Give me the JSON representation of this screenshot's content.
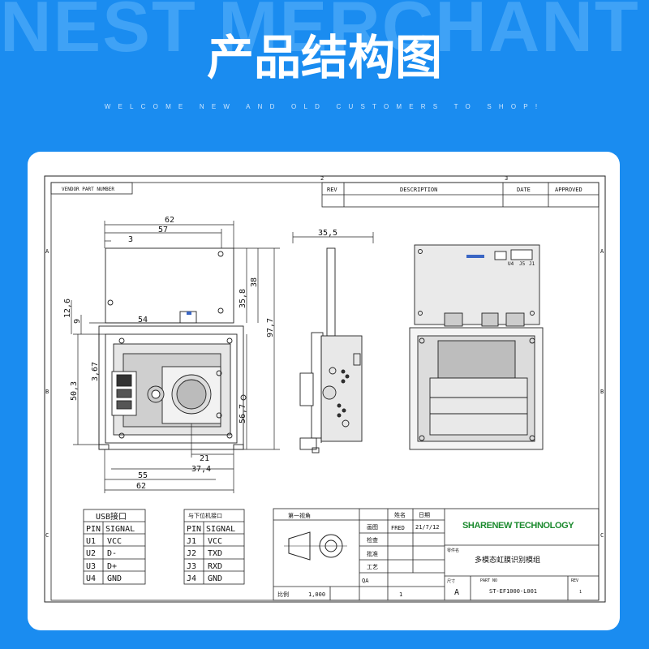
{
  "header": {
    "watermark": "NEST MERCHANT",
    "title": "产品结构图",
    "subtitle": "WELCOME NEW AND OLD CUSTOMERS TO SHOP!"
  },
  "drawing": {
    "vendor_part_number": "VENDOR PART NUMBER",
    "revision_table": {
      "rev": "REV",
      "description": "DESCRIPTION",
      "date": "DATE",
      "approved": "APPROVED"
    },
    "zone_top": [
      "2",
      "3"
    ],
    "zone_left": [
      "A",
      "B",
      "C"
    ],
    "zone_right": [
      "A",
      "B",
      "C"
    ],
    "dims": {
      "w62_top": "62",
      "w57": "57",
      "w3": "3",
      "w54": "54",
      "h12_6": "12,6",
      "h9": "9",
      "h35_8": "35,8",
      "h38": "38",
      "h97_7": "97,7",
      "h50_3": "50,3",
      "h3_67": "3,67",
      "h56_7": "56,7",
      "w21": "21",
      "w37_4": "37,4",
      "w55": "55",
      "w62_bottom": "62",
      "w35_5": "35,5"
    },
    "board_labels": {
      "u4": "U4",
      "j5": "J5",
      "j1": "J1"
    },
    "usb_table": {
      "title": "USB接口",
      "header": [
        "PIN",
        "SIGNAL"
      ],
      "rows": [
        [
          "U1",
          "VCC"
        ],
        [
          "U2",
          "D-"
        ],
        [
          "U3",
          "D+"
        ],
        [
          "U4",
          "GND"
        ]
      ]
    },
    "host_table": {
      "title": "与下位机接口",
      "header": [
        "PIN",
        "SIGNAL"
      ],
      "rows": [
        [
          "J1",
          "VCC"
        ],
        [
          "J2",
          "TXD"
        ],
        [
          "J3",
          "RXD"
        ],
        [
          "J4",
          "GND"
        ]
      ]
    },
    "title_block": {
      "projection": "第一视角",
      "name_hdr": "姓名",
      "date_hdr": "日期",
      "drawn": "画图",
      "drawn_name": "FRED",
      "drawn_date": "21/7/12",
      "check": "检查",
      "approve": "批准",
      "process": "工艺",
      "qa": "QA",
      "scale_label": "比例",
      "scale": "1,000",
      "sheet": "1",
      "company": "SHARENEW TECHNOLOGY",
      "part_name_label": "零件名",
      "part_name": "多模态虹膜识别模组",
      "size_label": "尺寸",
      "size": "A",
      "part_no_label": "PART NO",
      "part_no": "ST-EF1000-L001",
      "rev_label": "REV",
      "rev": "1"
    }
  },
  "colors": {
    "background": "#1a8cf0",
    "card": "#ffffff",
    "company": "#1b8a2e"
  }
}
